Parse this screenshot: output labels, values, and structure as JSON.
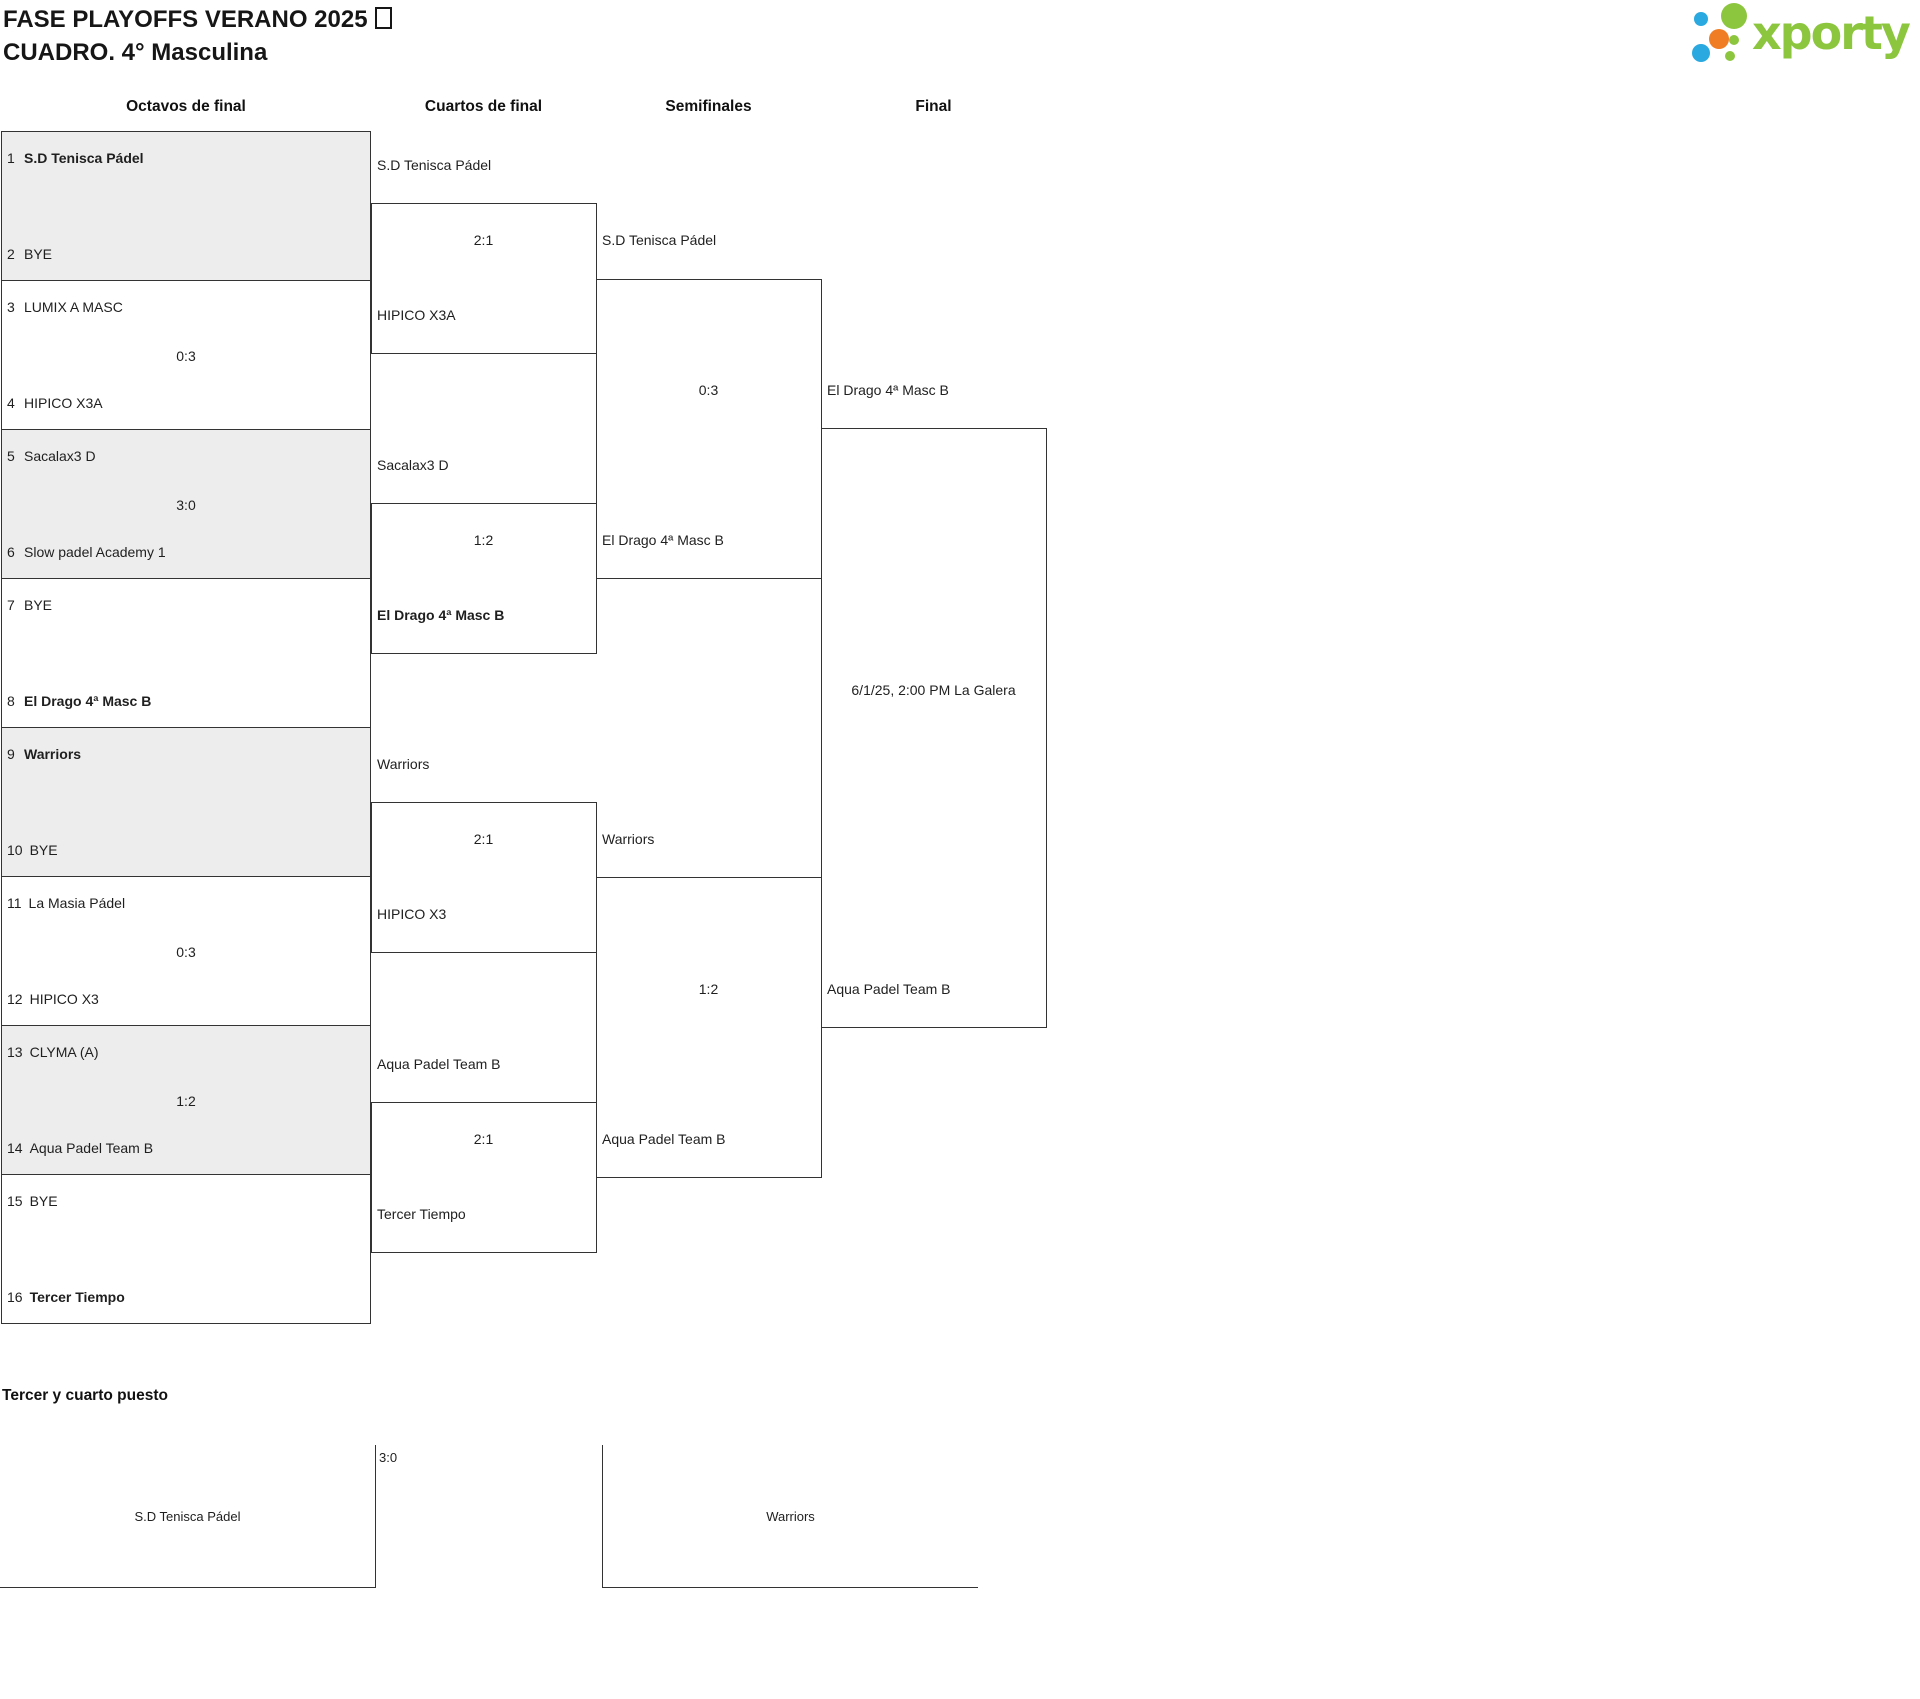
{
  "header": {
    "title_line1": "FASE PLAYOFFS VERANO 2025",
    "title_glyph": "□",
    "title_line2": "CUADRO. 4° Masculina"
  },
  "logo": {
    "text": "xporty",
    "brand_green": "#8cc63f",
    "dot_blue": "#2aa9e0",
    "dot_orange": "#f07d23"
  },
  "columns": [
    {
      "label": "Octavos de final"
    },
    {
      "label": "Cuartos de final"
    },
    {
      "label": "Semifinales"
    },
    {
      "label": "Final"
    }
  ],
  "colors": {
    "border": "#333333",
    "shaded_box": "#ededed"
  },
  "bracket": {
    "octavos": [
      {
        "top": {
          "seed": "1",
          "name": "S.D Tenisca Pádel"
        },
        "bottom": {
          "seed": "2",
          "name": "BYE"
        }
      },
      {
        "top": {
          "seed": "3",
          "name": "LUMIX A MASC"
        },
        "bottom": {
          "seed": "4",
          "name": "HIPICO X3A"
        },
        "score": "0:3"
      },
      {
        "top": {
          "seed": "5",
          "name": "Sacalax3 D"
        },
        "bottom": {
          "seed": "6",
          "name": "Slow padel Academy 1"
        },
        "score": "3:0"
      },
      {
        "top": {
          "seed": "7",
          "name": "BYE"
        },
        "bottom": {
          "seed": "8",
          "name": "El Drago 4ª Masc B"
        }
      },
      {
        "top": {
          "seed": "9",
          "name": "Warriors"
        },
        "bottom": {
          "seed": "10",
          "name": "BYE"
        }
      },
      {
        "top": {
          "seed": "11",
          "name": "La Masia Pádel"
        },
        "bottom": {
          "seed": "12",
          "name": "HIPICO X3"
        },
        "score": "0:3"
      },
      {
        "top": {
          "seed": "13",
          "name": "CLYMA (A)"
        },
        "bottom": {
          "seed": "14",
          "name": "Aqua Padel Team B"
        },
        "score": "1:2"
      },
      {
        "top": {
          "seed": "15",
          "name": "BYE"
        },
        "bottom": {
          "seed": "16",
          "name": "Tercer Tiempo"
        }
      }
    ],
    "cuartos": [
      {
        "top": "S.D Tenisca Pádel",
        "bottom": "HIPICO X3A",
        "score": "2:1"
      },
      {
        "top": "Sacalax3 D",
        "bottom": "El Drago 4ª Masc B",
        "score": "1:2"
      },
      {
        "top": "Warriors",
        "bottom": "HIPICO X3",
        "score": "2:1"
      },
      {
        "top": "Aqua Padel Team B",
        "bottom": "Tercer Tiempo",
        "score": "2:1"
      }
    ],
    "semifinales": [
      {
        "top": "S.D Tenisca Pádel",
        "bottom": "El Drago 4ª Masc B",
        "score": "0:3"
      },
      {
        "top": "Warriors",
        "bottom": "Aqua Padel Team B",
        "score": "1:2"
      }
    ],
    "final": {
      "top": "El Drago 4ª Masc B",
      "bottom": "Aqua Padel Team B",
      "info": "6/1/25, 2:00 PM La Galera"
    },
    "tercer_puesto": {
      "heading": "Tercer y cuarto puesto",
      "left": "S.D Tenisca Pádel",
      "right": "Warriors",
      "score": "3:0"
    }
  }
}
